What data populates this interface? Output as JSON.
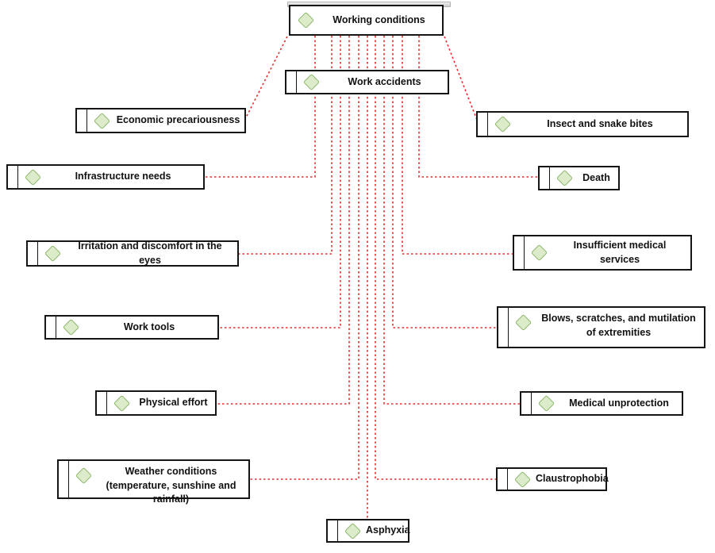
{
  "nodes": [
    {
      "id": "working-conditions",
      "label": "Working conditions"
    },
    {
      "id": "work-accidents",
      "label": "Work accidents"
    },
    {
      "id": "economic-precariousness",
      "label": "Economic precariousness"
    },
    {
      "id": "insect-and-snake-bites",
      "label": "Insect and snake bites"
    },
    {
      "id": "infrastructure-needs",
      "label": "Infrastructure needs"
    },
    {
      "id": "death",
      "label": "Death"
    },
    {
      "id": "irritation-eyes",
      "label": "Irritation and discomfort in the eyes"
    },
    {
      "id": "insufficient-medical-services",
      "label": "Insufficient medical services"
    },
    {
      "id": "work-tools",
      "label": "Work tools"
    },
    {
      "id": "blows-scratches-mutilation",
      "label": "Blows, scratches, and mutilation of extremities"
    },
    {
      "id": "physical-effort",
      "label": "Physical effort"
    },
    {
      "id": "medical-unprotection",
      "label": "Medical unprotection"
    },
    {
      "id": "weather-conditions",
      "label": "Weather conditions (temperature, sunshine and rainfall)"
    },
    {
      "id": "claustrophobia",
      "label": "Claustrophobia"
    },
    {
      "id": "asphyxia",
      "label": "Asphyxia"
    }
  ],
  "edges": [
    {
      "from": "Working conditions",
      "to": "Work accidents",
      "style": "dashed-red"
    },
    {
      "from": "Working conditions",
      "to": "Economic precariousness",
      "style": "dashed-red"
    },
    {
      "from": "Working conditions",
      "to": "Insect and snake bites",
      "style": "dashed-red"
    },
    {
      "from": "Working conditions",
      "to": "Infrastructure needs",
      "style": "dashed-red"
    },
    {
      "from": "Working conditions",
      "to": "Death",
      "style": "dashed-red"
    },
    {
      "from": "Working conditions",
      "to": "Irritation and discomfort in the eyes",
      "style": "dashed-red"
    },
    {
      "from": "Working conditions",
      "to": "Insufficient medical services",
      "style": "dashed-red"
    },
    {
      "from": "Working conditions",
      "to": "Work tools",
      "style": "dashed-red"
    },
    {
      "from": "Working conditions",
      "to": "Blows, scratches, and mutilation of extremities",
      "style": "dashed-red"
    },
    {
      "from": "Working conditions",
      "to": "Physical effort",
      "style": "dashed-red"
    },
    {
      "from": "Working conditions",
      "to": "Medical unprotection",
      "style": "dashed-red"
    },
    {
      "from": "Working conditions",
      "to": "Weather conditions (temperature, sunshine and rainfall)",
      "style": "dashed-red"
    },
    {
      "from": "Working conditions",
      "to": "Claustrophobia",
      "style": "dashed-red"
    },
    {
      "from": "Working conditions",
      "to": "Asphyxia",
      "style": "dashed-red"
    }
  ],
  "icons": {
    "node_marker": "diamond-icon"
  },
  "colors": {
    "edge": "#e62e2e",
    "node_border": "#151515",
    "node_background": "#ffffff",
    "diamond_fill": "#dcecca",
    "diamond_border": "#90b870",
    "top_bar": "#d8d8d8",
    "text": "#111111"
  }
}
